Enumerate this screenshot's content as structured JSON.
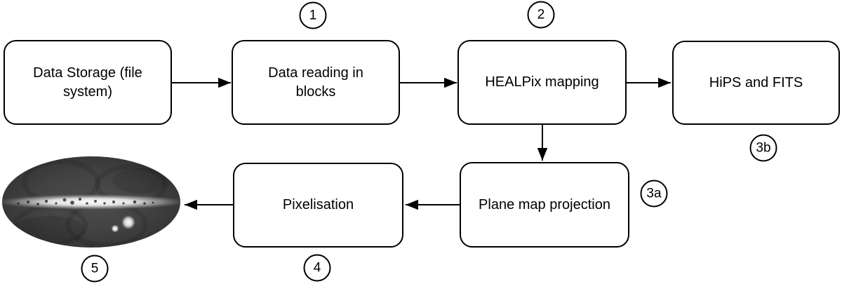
{
  "diagram": {
    "background": "#ffffff",
    "stroke_color": "#000000",
    "node_fill": "#ffffff"
  },
  "nodes": [
    {
      "id": "data-storage",
      "label": "Data Storage (file\nsystem)"
    },
    {
      "id": "data-reading",
      "label": "Data reading in\nblocks"
    },
    {
      "id": "healpix-mapping",
      "label": "HEALPix mapping"
    },
    {
      "id": "hips-fits",
      "label": "HiPS and FITS"
    },
    {
      "id": "plane-map-projection",
      "label": "Plane map projection"
    },
    {
      "id": "pixelisation",
      "label": "Pixelisation"
    }
  ],
  "badges": [
    {
      "label": "1",
      "attached_to": "data-reading",
      "position": "above"
    },
    {
      "label": "2",
      "attached_to": "healpix-mapping",
      "position": "above"
    },
    {
      "label": "3b",
      "attached_to": "hips-fits",
      "position": "below"
    },
    {
      "label": "3a",
      "attached_to": "plane-map-projection",
      "position": "right"
    },
    {
      "label": "4",
      "attached_to": "pixelisation",
      "position": "below"
    },
    {
      "label": "5",
      "attached_to": "sky-map",
      "position": "below"
    }
  ],
  "arrows": [
    {
      "from": "data-storage",
      "to": "data-reading"
    },
    {
      "from": "data-reading",
      "to": "healpix-mapping"
    },
    {
      "from": "healpix-mapping",
      "to": "hips-fits"
    },
    {
      "from": "healpix-mapping",
      "to": "plane-map-projection"
    },
    {
      "from": "plane-map-projection",
      "to": "pixelisation"
    },
    {
      "from": "pixelisation",
      "to": "sky-map"
    }
  ],
  "sky_map": {
    "name": "all-sky-map",
    "kind": "grayscale Mollweide projection sky image with bright galactic plane and two bright spots"
  }
}
